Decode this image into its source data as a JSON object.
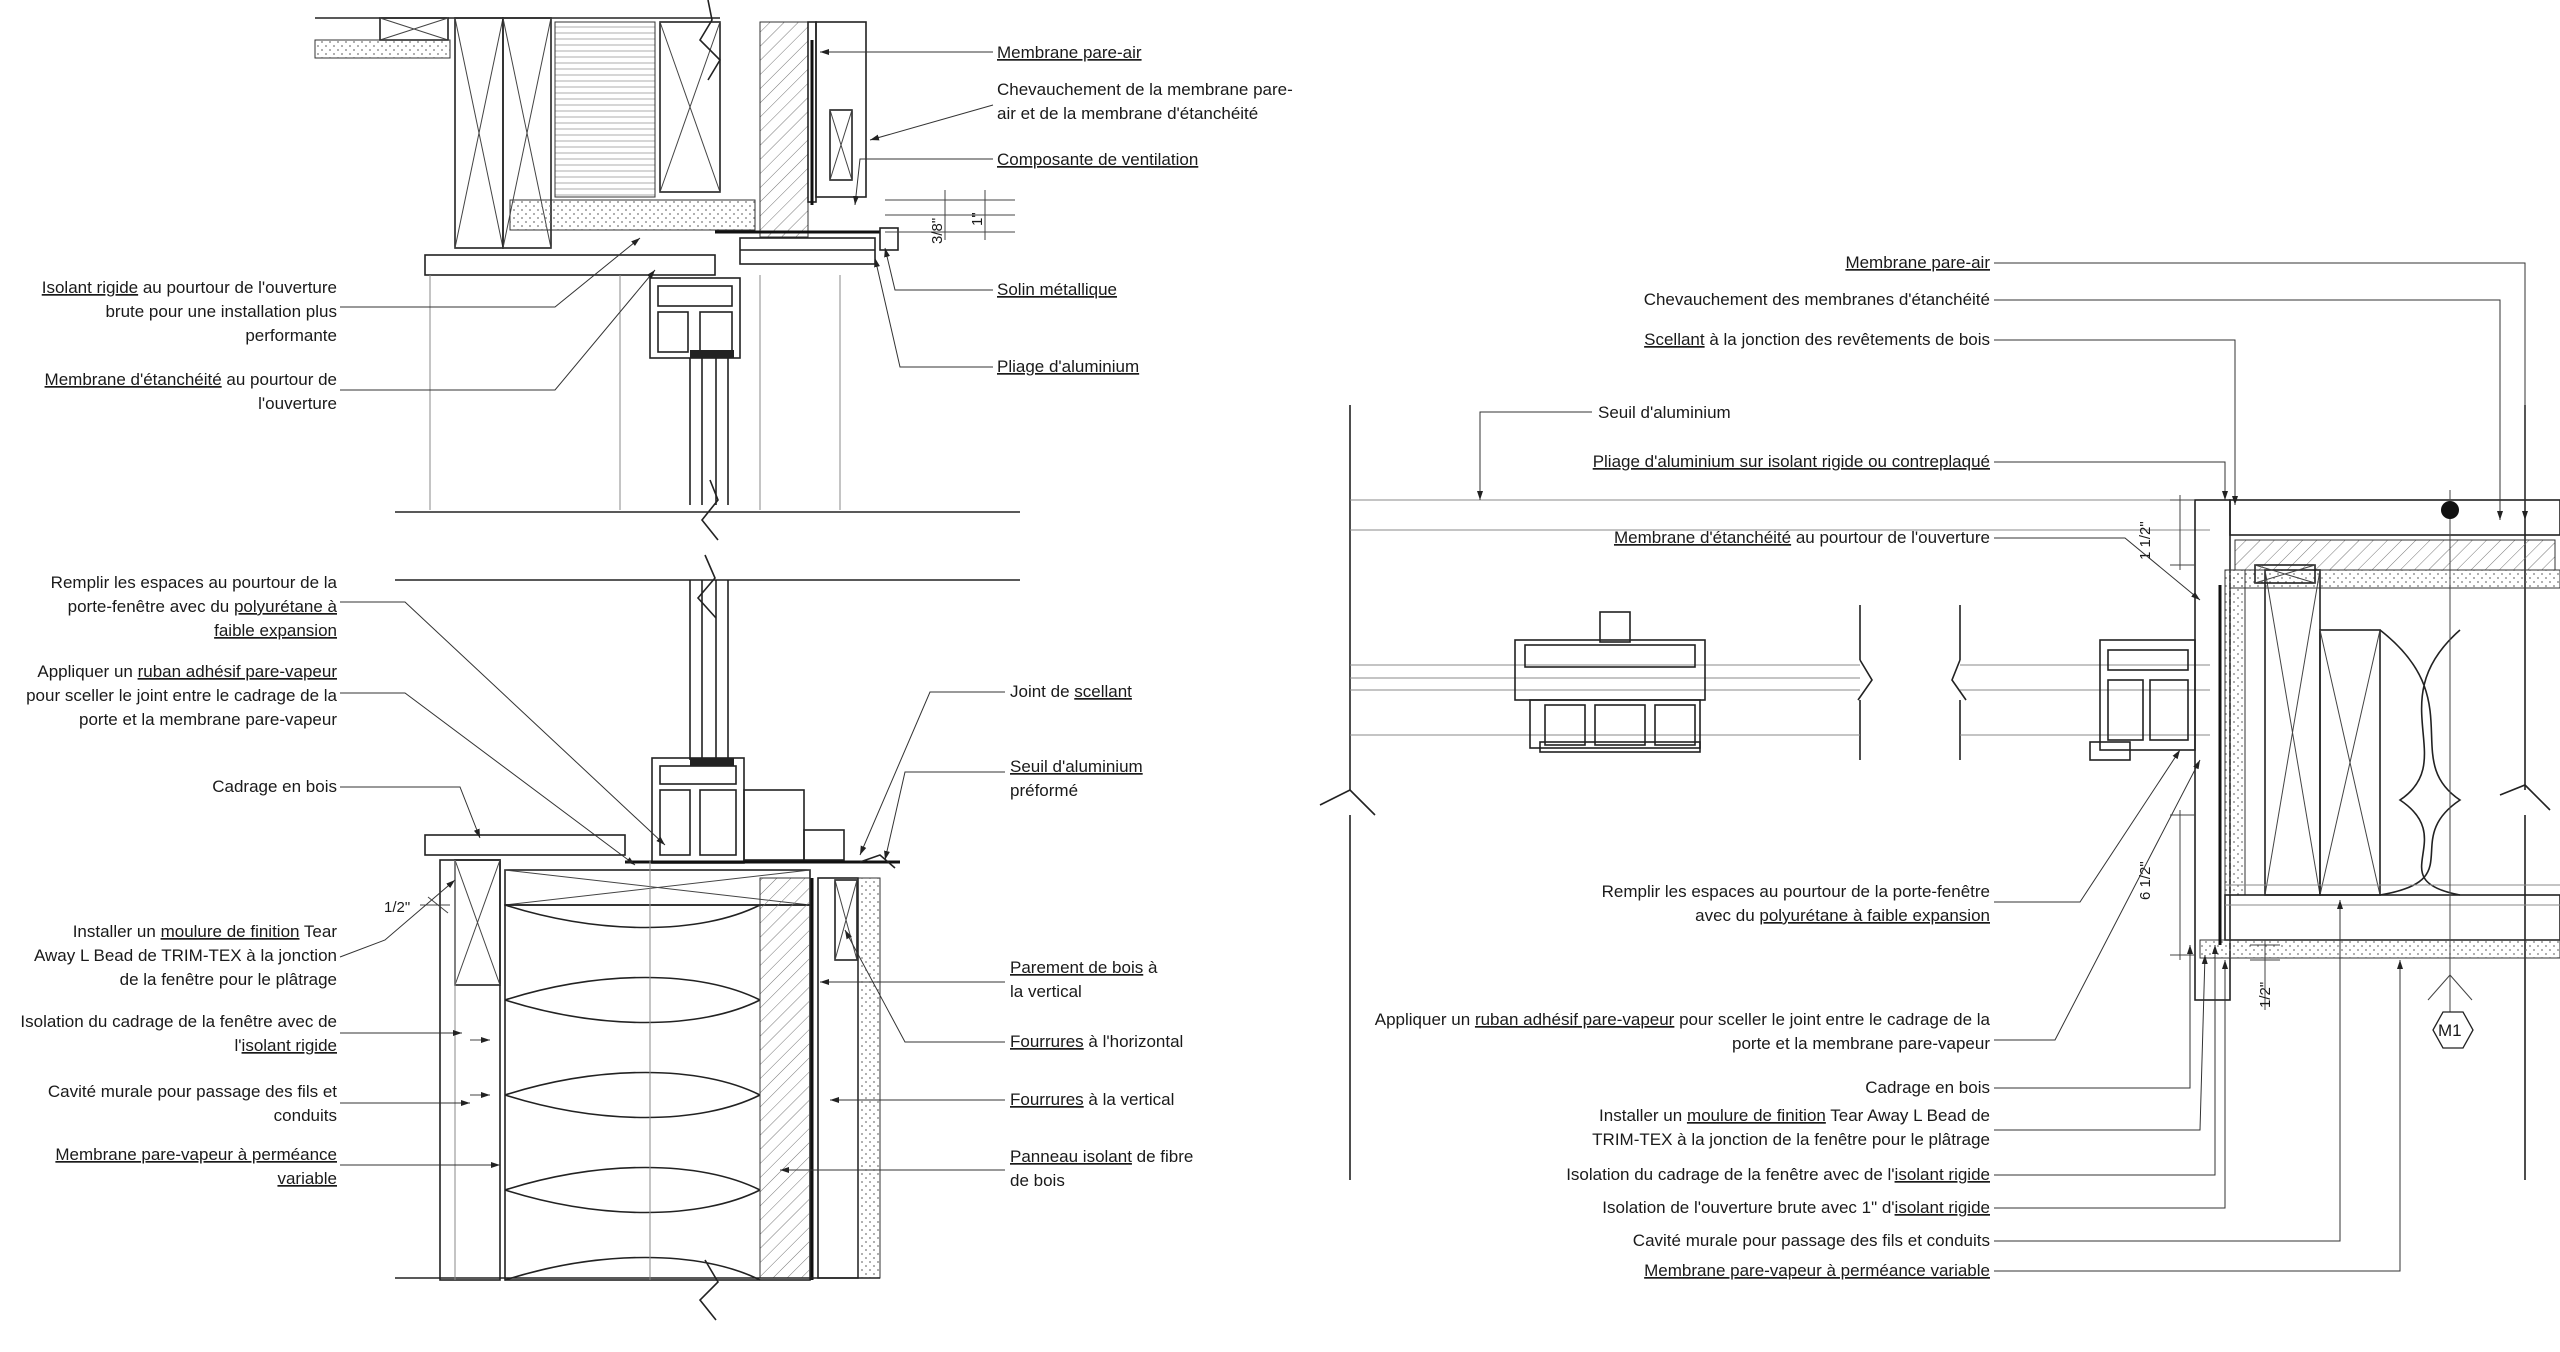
{
  "left_top_labels": [
    {
      "id": "lt1",
      "lines": [
        [
          {
            "t": "Membrane pare-air",
            "u": true
          }
        ]
      ]
    },
    {
      "id": "lt2",
      "lines": [
        [
          {
            "t": "Chevauchement de la membrane pare-",
            "u": false
          }
        ],
        [
          {
            "t": "air et de la membrane d'étanchéité",
            "u": false
          }
        ]
      ]
    },
    {
      "id": "lt3",
      "lines": [
        [
          {
            "t": "Composante de ventilation",
            "u": true
          }
        ]
      ]
    },
    {
      "id": "lt4",
      "lines": [
        [
          {
            "t": "Solin métallique",
            "u": true
          }
        ]
      ]
    },
    {
      "id": "lt5",
      "lines": [
        [
          {
            "t": "Pliage d'aluminium",
            "u": true
          }
        ]
      ]
    },
    {
      "id": "lt6",
      "lines": [
        [
          {
            "t": "Isolant rigide",
            "u": true
          },
          {
            "t": " au pourtour de l'ouverture",
            "u": false
          }
        ],
        [
          {
            "t": "brute pour une installation plus",
            "u": false
          }
        ],
        [
          {
            "t": "performante",
            "u": false
          }
        ]
      ]
    },
    {
      "id": "lt7",
      "lines": [
        [
          {
            "t": "Membrane d'étanchéité",
            "u": true
          },
          {
            "t": " au pourtour de",
            "u": false
          }
        ],
        [
          {
            "t": "l'ouverture",
            "u": false
          }
        ]
      ]
    }
  ],
  "left_bottom_labels": [
    {
      "id": "lb1",
      "lines": [
        [
          {
            "t": "Remplir les espaces au pourtour de la",
            "u": false
          }
        ],
        [
          {
            "t": "porte-fenêtre avec du ",
            "u": false
          },
          {
            "t": "polyurétane à",
            "u": true
          }
        ],
        [
          {
            "t": "faible expansion",
            "u": true
          }
        ]
      ]
    },
    {
      "id": "lb2",
      "lines": [
        [
          {
            "t": "Appliquer un ",
            "u": false
          },
          {
            "t": "ruban adhésif pare-vapeur",
            "u": true
          }
        ],
        [
          {
            "t": "pour sceller le joint entre le cadrage de la",
            "u": false
          }
        ],
        [
          {
            "t": "porte et la membrane pare-vapeur",
            "u": false
          }
        ]
      ]
    },
    {
      "id": "lb3",
      "lines": [
        [
          {
            "t": "Cadrage en bois",
            "u": false
          }
        ]
      ]
    },
    {
      "id": "lb4",
      "lines": [
        [
          {
            "t": "Installer un ",
            "u": false
          },
          {
            "t": "moulure de finition",
            "u": true
          },
          {
            "t": " Tear",
            "u": false
          }
        ],
        [
          {
            "t": "Away L Bead de TRIM-TEX à la jonction",
            "u": false
          }
        ],
        [
          {
            "t": "de la fenêtre pour le plâtrage",
            "u": false
          }
        ]
      ]
    },
    {
      "id": "lb5",
      "lines": [
        [
          {
            "t": "Isolation du cadrage de la fenêtre avec  de",
            "u": false
          }
        ],
        [
          {
            "t": "l'",
            "u": false
          },
          {
            "t": "isolant rigide",
            "u": true
          }
        ]
      ]
    },
    {
      "id": "lb6",
      "lines": [
        [
          {
            "t": "Cavité murale pour passage des fils et",
            "u": false
          }
        ],
        [
          {
            "t": "conduits",
            "u": false
          }
        ]
      ]
    },
    {
      "id": "lb7",
      "lines": [
        [
          {
            "t": "Membrane pare-vapeur à perméance",
            "u": true
          }
        ],
        [
          {
            "t": "variable",
            "u": true
          }
        ]
      ]
    },
    {
      "id": "lb8",
      "lines": [
        [
          {
            "t": "Joint de ",
            "u": false
          },
          {
            "t": "scellant",
            "u": true
          }
        ]
      ]
    },
    {
      "id": "lb9",
      "lines": [
        [
          {
            "t": "Seuil d'aluminium",
            "u": true
          }
        ],
        [
          {
            "t": "préformé",
            "u": false
          }
        ]
      ]
    },
    {
      "id": "lb10",
      "lines": [
        [
          {
            "t": "Parement de bois",
            "u": true
          },
          {
            "t": " à",
            "u": false
          }
        ],
        [
          {
            "t": "la vertical",
            "u": false
          }
        ]
      ]
    },
    {
      "id": "lb11",
      "lines": [
        [
          {
            "t": "Fourrures",
            "u": true
          },
          {
            "t": " à l'horizontal",
            "u": false
          }
        ]
      ]
    },
    {
      "id": "lb12",
      "lines": [
        [
          {
            "t": "Fourrures",
            "u": true
          },
          {
            "t": " à la vertical",
            "u": false
          }
        ]
      ]
    },
    {
      "id": "lb13",
      "lines": [
        [
          {
            "t": "Panneau isolant",
            "u": true
          },
          {
            "t": " de fibre",
            "u": false
          }
        ],
        [
          {
            "t": "de bois",
            "u": false
          }
        ]
      ]
    }
  ],
  "right_labels": [
    {
      "id": "r1",
      "lines": [
        [
          {
            "t": "Membrane pare-air",
            "u": true
          }
        ]
      ]
    },
    {
      "id": "r2",
      "lines": [
        [
          {
            "t": "Chevauchement des membranes d'étanchéité",
            "u": false
          }
        ]
      ]
    },
    {
      "id": "r3",
      "lines": [
        [
          {
            "t": "Scellant",
            "u": true
          },
          {
            "t": " à la jonction des revêtements de bois",
            "u": false
          }
        ]
      ]
    },
    {
      "id": "r4",
      "lines": [
        [
          {
            "t": "Seuil d'aluminium",
            "u": false
          }
        ]
      ]
    },
    {
      "id": "r5",
      "lines": [
        [
          {
            "t": "Pliage d'aluminium sur isolant rigide ou contreplaqué",
            "u": true
          }
        ]
      ]
    },
    {
      "id": "r6",
      "lines": [
        [
          {
            "t": "Membrane d'étanchéité",
            "u": true
          },
          {
            "t": " au pourtour de l'ouverture",
            "u": false
          }
        ]
      ]
    },
    {
      "id": "r7",
      "lines": [
        [
          {
            "t": "Remplir les espaces au pourtour de la porte-fenêtre",
            "u": false
          }
        ],
        [
          {
            "t": "avec du ",
            "u": false
          },
          {
            "t": "polyurétane à faible expansion",
            "u": true
          }
        ]
      ]
    },
    {
      "id": "r8",
      "lines": [
        [
          {
            "t": "Appliquer un ",
            "u": false
          },
          {
            "t": "ruban adhésif pare-vapeur",
            "u": true
          },
          {
            "t": " pour sceller le joint entre le cadrage de la",
            "u": false
          }
        ],
        [
          {
            "t": "porte et la membrane pare-vapeur",
            "u": false
          }
        ]
      ]
    },
    {
      "id": "r9",
      "lines": [
        [
          {
            "t": "Cadrage en bois",
            "u": false
          }
        ]
      ]
    },
    {
      "id": "r10",
      "lines": [
        [
          {
            "t": "Installer un ",
            "u": false
          },
          {
            "t": "moulure de finition",
            "u": true
          },
          {
            "t": " Tear Away L Bead de",
            "u": false
          }
        ],
        [
          {
            "t": "TRIM-TEX à la jonction de la fenêtre pour le plâtrage",
            "u": false
          }
        ]
      ]
    },
    {
      "id": "r11",
      "lines": [
        [
          {
            "t": "Isolation du cadrage de la fenêtre avec de l'",
            "u": false
          },
          {
            "t": "isolant rigide",
            "u": true
          }
        ]
      ]
    },
    {
      "id": "r12",
      "lines": [
        [
          {
            "t": "Isolation de l'ouverture brute avec 1\" d'",
            "u": false
          },
          {
            "t": "isolant rigide",
            "u": true
          }
        ]
      ]
    },
    {
      "id": "r13",
      "lines": [
        [
          {
            "t": "Cavité murale pour passage des fils et conduits",
            "u": false
          }
        ]
      ]
    },
    {
      "id": "r14",
      "lines": [
        [
          {
            "t": "Membrane pare-vapeur à perméance variable",
            "u": true
          }
        ]
      ]
    }
  ],
  "dimensions": {
    "d_3_8": "3/8\"",
    "d_1": "1\"",
    "d_1_2_left": "1/2\"",
    "d_1_1_2": "1 1/2\"",
    "d_6_1_2": "6 1/2\"",
    "d_1_2_right": "1/2\""
  },
  "marker": {
    "label": "M1"
  }
}
